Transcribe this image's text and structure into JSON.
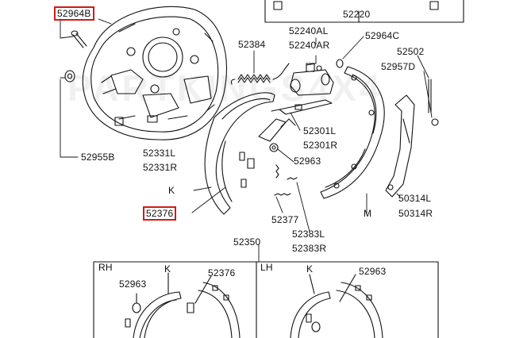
{
  "watermark": "PARTKINGS4X4",
  "labels": {
    "p52964B": "52964B",
    "p52220": "52220",
    "p52240AL": "52240AL",
    "p52240AR": "52240AR",
    "p52964C": "52964C",
    "p52384": "52384",
    "p52502": "52502",
    "p52957D": "52957D",
    "p52301L": "52301L",
    "p52301R": "52301R",
    "p52331L": "52331L",
    "p52331R": "52331R",
    "p52963": "52963",
    "p52955B": "52955B",
    "k": "K",
    "p52376": "52376",
    "m": "M",
    "p50314L": "50314L",
    "p50314R": "50314R",
    "p52377": "52377",
    "p52383L": "52383L",
    "p52383R": "52383R",
    "p52350": "52350",
    "rh": "RH",
    "lh": "LH",
    "rh_k": "K",
    "rh_52963": "52963",
    "rh_52376": "52376",
    "lh_k": "K",
    "lh_52963": "52963"
  },
  "highlight_color": "#d11a1a"
}
